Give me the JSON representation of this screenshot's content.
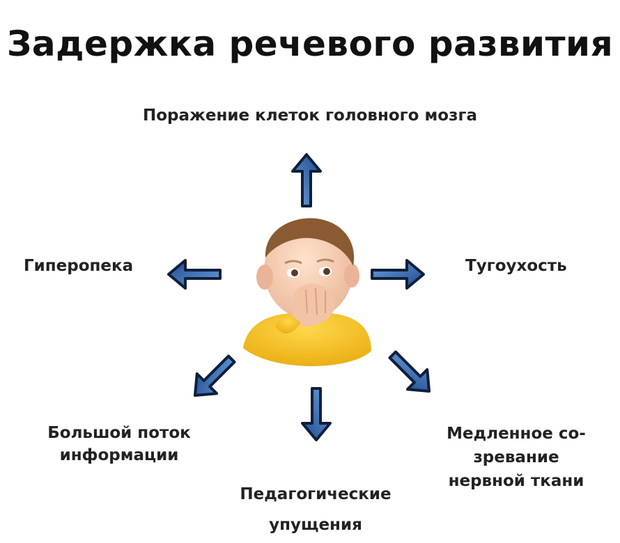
{
  "title": "Задержка речевого развития",
  "causes": {
    "top": "Поражение клеток головного мозга",
    "left": "Гиперопека",
    "right": "Тугоухость",
    "bottom_left": [
      "Большой поток",
      "информации"
    ],
    "bottom": [
      "Педагогические",
      "упущения"
    ],
    "bottom_right": [
      "Медленное со-",
      "зревание",
      "нервной ткани"
    ]
  },
  "colors": {
    "arrow_fill": "#2f5fa5",
    "arrow_outline": "#0e1f3a",
    "shirt": "#f6c21a"
  },
  "center_image": "child-covering-mouth-icon"
}
